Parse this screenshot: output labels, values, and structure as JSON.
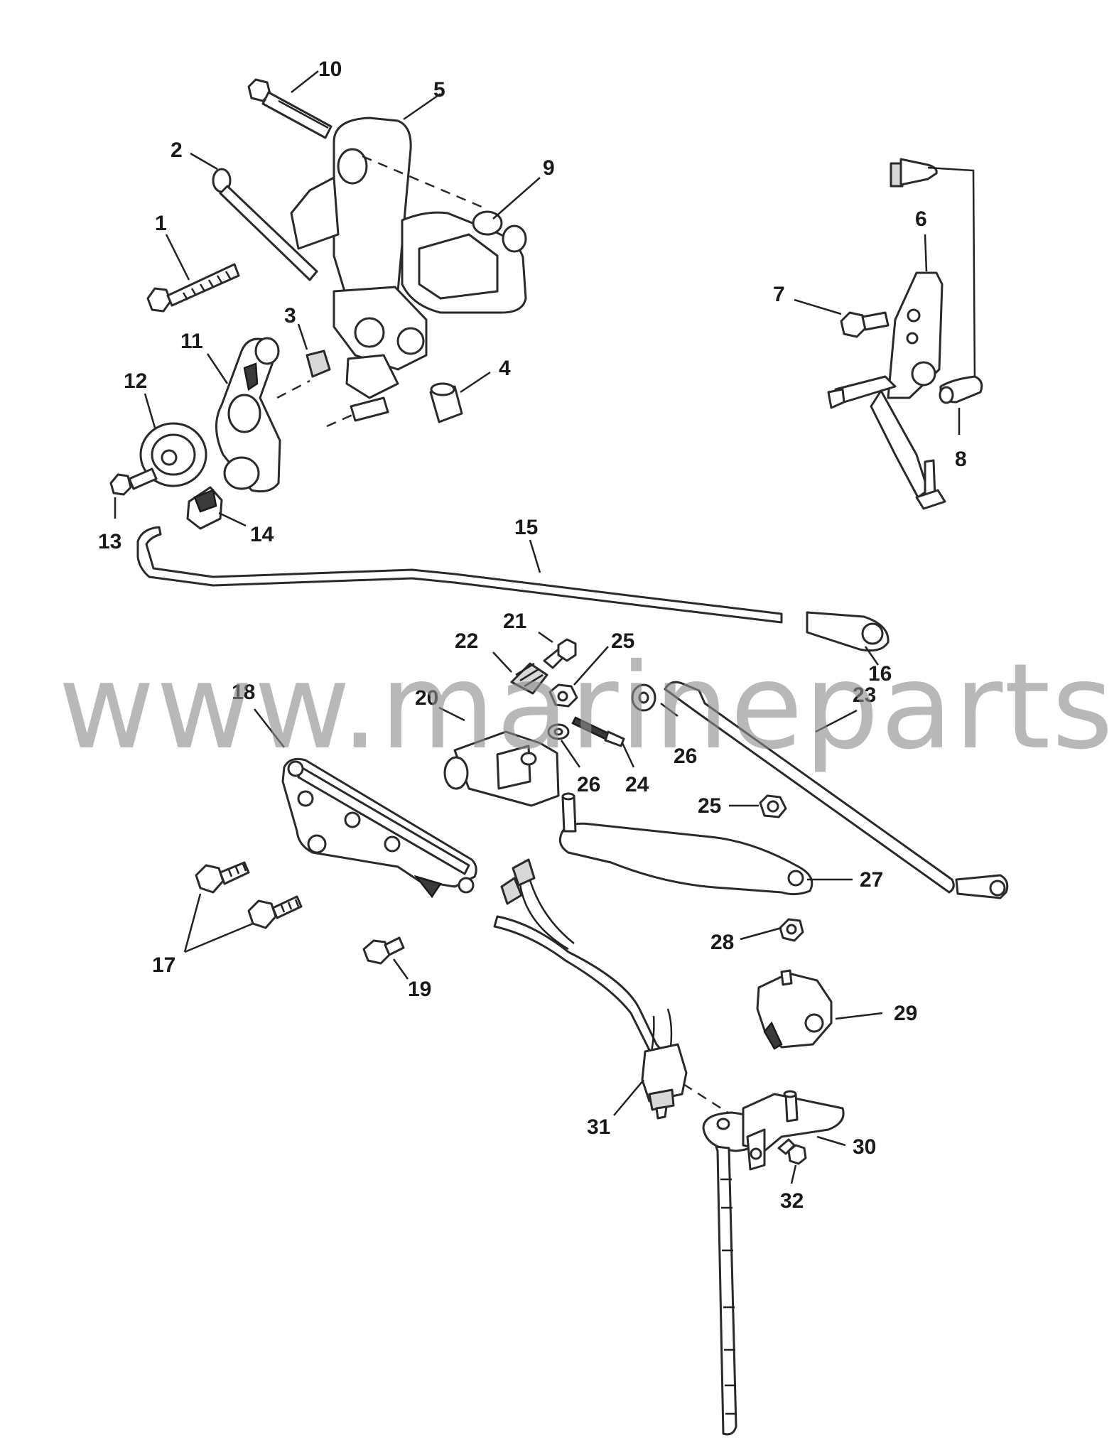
{
  "callouts": [
    {
      "id": "c10",
      "label": "10"
    },
    {
      "id": "c5",
      "label": "5"
    },
    {
      "id": "c2",
      "label": "2"
    },
    {
      "id": "c9",
      "label": "9"
    },
    {
      "id": "c1",
      "label": "1"
    },
    {
      "id": "c3",
      "label": "3"
    },
    {
      "id": "c11",
      "label": "11"
    },
    {
      "id": "c12",
      "label": "12"
    },
    {
      "id": "c4",
      "label": "4"
    },
    {
      "id": "c13",
      "label": "13"
    },
    {
      "id": "c14",
      "label": "14"
    },
    {
      "id": "c6",
      "label": "6"
    },
    {
      "id": "c7",
      "label": "7"
    },
    {
      "id": "c8",
      "label": "8"
    },
    {
      "id": "c15",
      "label": "15"
    },
    {
      "id": "c16",
      "label": "16"
    },
    {
      "id": "c21",
      "label": "21"
    },
    {
      "id": "c22",
      "label": "22"
    },
    {
      "id": "c25a",
      "label": "25"
    },
    {
      "id": "c20",
      "label": "20"
    },
    {
      "id": "c18",
      "label": "18"
    },
    {
      "id": "c23",
      "label": "23"
    },
    {
      "id": "c26a",
      "label": "26"
    },
    {
      "id": "c26b",
      "label": "26"
    },
    {
      "id": "c24",
      "label": "24"
    },
    {
      "id": "c25b",
      "label": "25"
    },
    {
      "id": "c27",
      "label": "27"
    },
    {
      "id": "c17",
      "label": "17"
    },
    {
      "id": "c19",
      "label": "19"
    },
    {
      "id": "c28",
      "label": "28"
    },
    {
      "id": "c29",
      "label": "29"
    },
    {
      "id": "c31",
      "label": "31"
    },
    {
      "id": "c30",
      "label": "30"
    },
    {
      "id": "c32",
      "label": "32"
    }
  ],
  "watermark": "www.marineparts.eu"
}
